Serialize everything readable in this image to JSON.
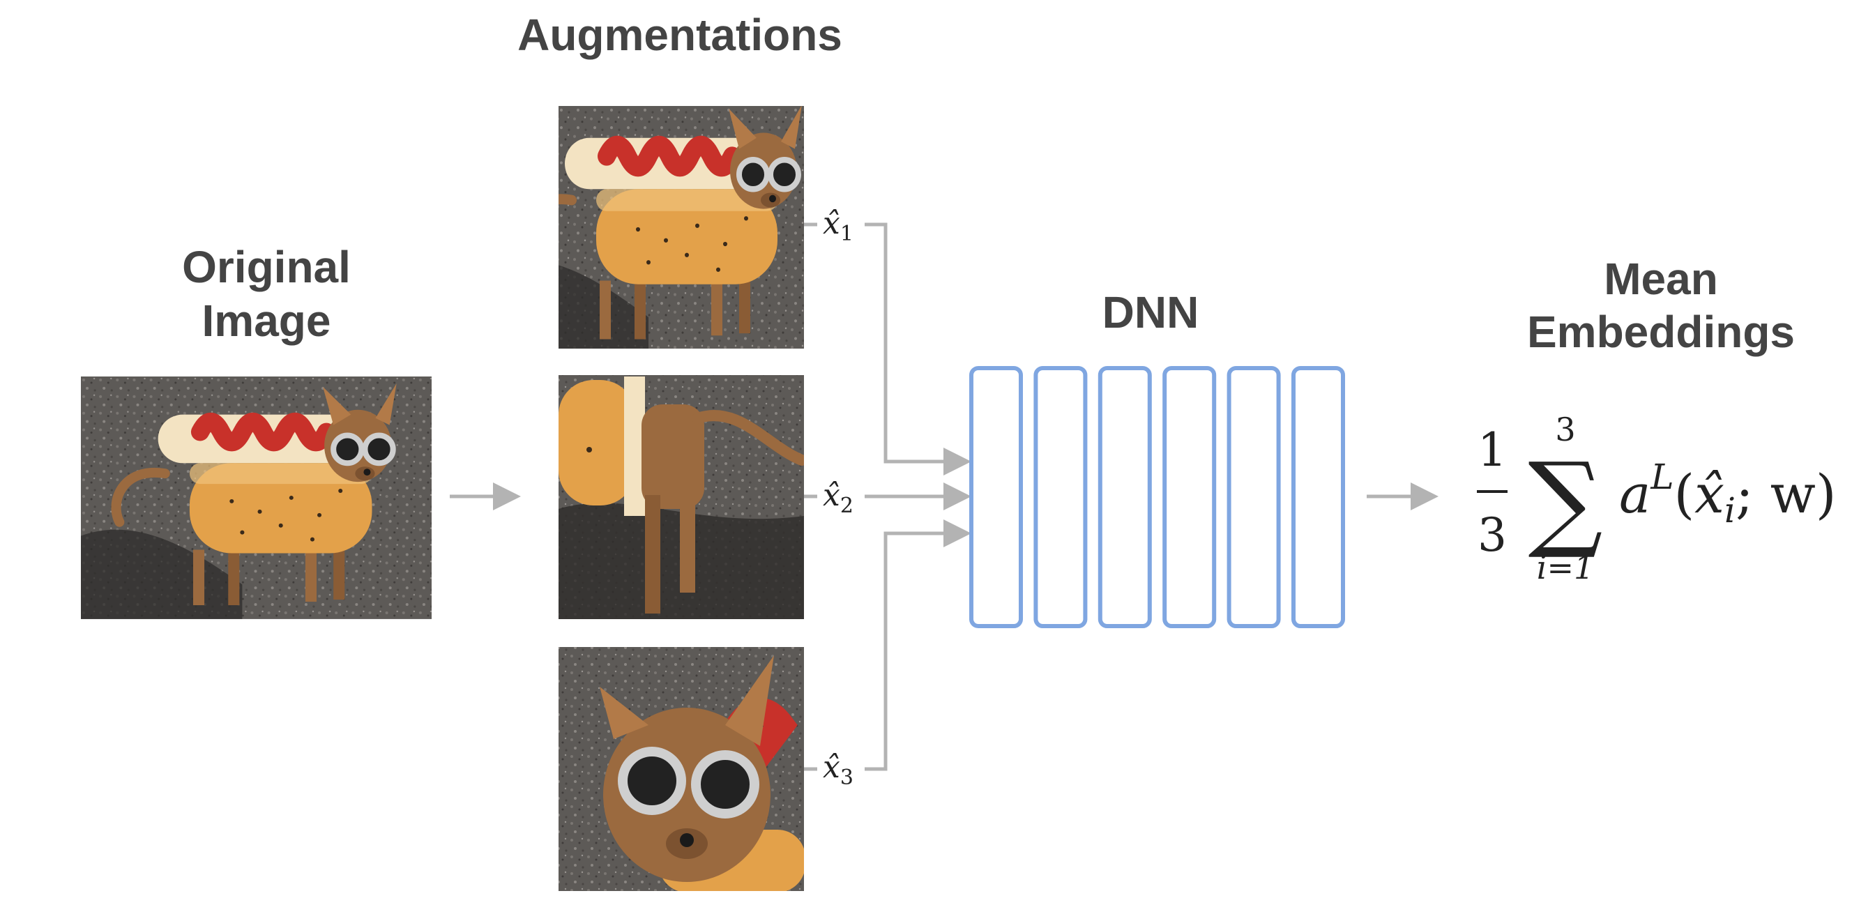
{
  "headings": {
    "original_line1": "Original",
    "original_line2": "Image",
    "augmentations": "Augmentations",
    "dnn": "DNN",
    "mean_line1": "Mean",
    "mean_line2": "Embeddings"
  },
  "augment_labels": {
    "x1": {
      "base": "x̂",
      "sub": "1"
    },
    "x2": {
      "base": "x̂",
      "sub": "2"
    },
    "x3": {
      "base": "x̂",
      "sub": "3"
    }
  },
  "formula": {
    "numerator": "1",
    "denominator": "3",
    "sum_upper": "3",
    "sum_symbol": "∑",
    "sum_lower": "i=1",
    "a": "a",
    "superscript": "L",
    "open_paren": "(",
    "xhat": "x̂",
    "sub_i": "i",
    "rest": "; w)"
  },
  "dnn": {
    "layer_count": 6
  },
  "colors": {
    "heading": "#444444",
    "connector": "#b3b3b3",
    "dnn_layer": "#7fa6e1",
    "pavement": "#5d5a57",
    "dog_fur": "#9b6a3f",
    "bun": "#e3a14a",
    "ketchup": "#c8312a"
  },
  "icons": [
    "dog-hotdog-photo",
    "arrow-right-icon"
  ]
}
